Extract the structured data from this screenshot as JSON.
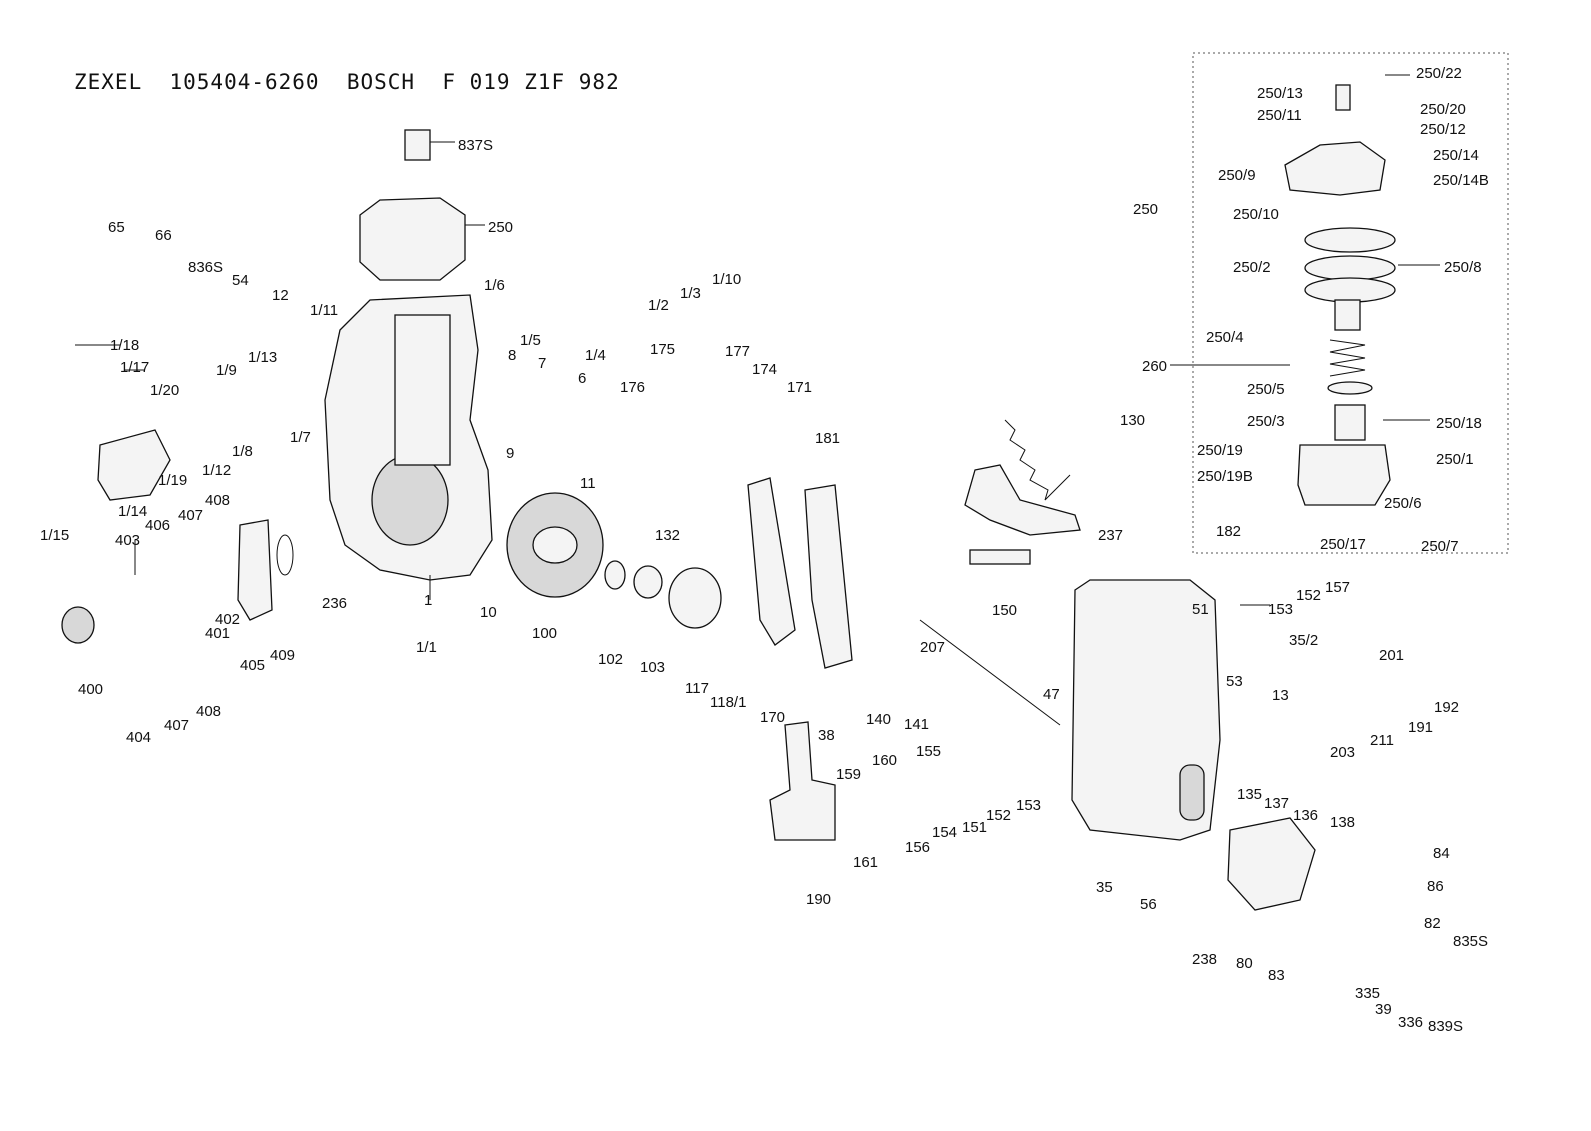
{
  "header": {
    "title": "ZEXEL  105404-6260  BOSCH  F 019 Z1F 982"
  },
  "colors": {
    "ink": "#111111",
    "background": "#ffffff"
  },
  "part_labels": [
    "837S",
    "250",
    "65",
    "66",
    "836S",
    "54",
    "12",
    "1/11",
    "1/6",
    "1/5",
    "1/3",
    "1/10",
    "1/2",
    "1/4",
    "1/18",
    "1/17",
    "1/20",
    "1/9",
    "1/13",
    "1/19",
    "1/12",
    "1/8",
    "1/7",
    "1/14",
    "8",
    "7",
    "6",
    "175",
    "177",
    "174",
    "176",
    "171",
    "9",
    "11",
    "132",
    "181",
    "130",
    "408",
    "407",
    "406",
    "1/15",
    "403",
    "402",
    "401",
    "405",
    "409",
    "236",
    "1",
    "1/1",
    "10",
    "100",
    "102",
    "103",
    "117",
    "118/1",
    "170",
    "400",
    "404",
    "407",
    "408",
    "38",
    "140",
    "141",
    "207",
    "150",
    "237",
    "182",
    "51",
    "153",
    "152",
    "157",
    "47",
    "35/2",
    "53",
    "13",
    "201",
    "192",
    "191",
    "211",
    "203",
    "135",
    "137",
    "136",
    "138",
    "159",
    "160",
    "155",
    "161",
    "156",
    "154",
    "151",
    "152",
    "153",
    "190",
    "35",
    "56",
    "238",
    "84",
    "86",
    "82",
    "80",
    "83",
    "835S",
    "335",
    "39",
    "336",
    "839S",
    "250/22",
    "250/13",
    "250/20",
    "250/11",
    "250/12",
    "250/14",
    "250/9",
    "250/14B",
    "250",
    "250/10",
    "250/2",
    "250/8",
    "250/4",
    "260",
    "250/5",
    "250/3",
    "250/18",
    "250/19",
    "250/1",
    "250/19B",
    "250/6",
    "250/7",
    "250/17"
  ]
}
